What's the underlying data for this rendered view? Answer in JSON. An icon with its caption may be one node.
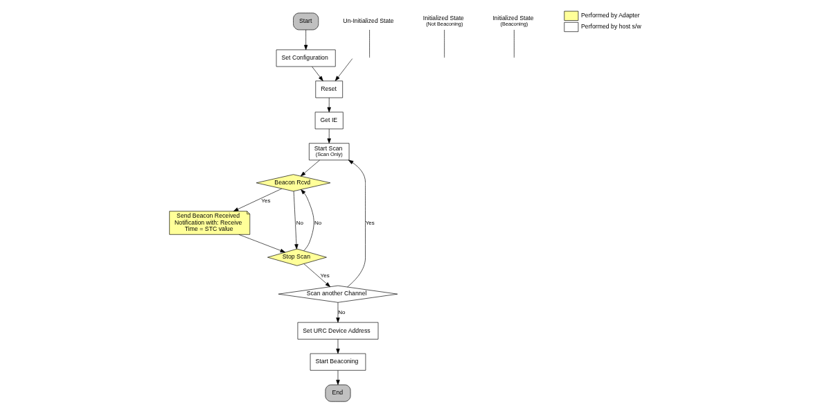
{
  "diagram": {
    "nodes": [
      {
        "text": [
          "Start"
        ]
      },
      {
        "text": [
          "Set Configuration"
        ]
      },
      {
        "text": [
          "Reset"
        ]
      },
      {
        "text": [
          "Get IE"
        ]
      },
      {
        "text": [
          "Start Scan",
          "(Scan Only)"
        ]
      },
      {
        "text": [
          "Beacon Rcvd"
        ]
      },
      {
        "text": [
          "Send Beacon Received Notification with: Receive Time = STC value"
        ]
      },
      {
        "text": [
          "Stop Scan"
        ]
      },
      {
        "text": [
          "Scan another Channel"
        ]
      },
      {
        "text": [
          "Set URC Device Address"
        ]
      },
      {
        "text": [
          "Start Beaconing"
        ]
      },
      {
        "text": [
          "End"
        ]
      },
      {
        "text": [
          "Un-Initialized State"
        ]
      },
      {
        "text": [
          "Initialized State",
          "(Not Beaconing)"
        ]
      },
      {
        "text": [
          "Initialized State",
          "(Beaconing)"
        ]
      }
    ],
    "edges": [
      {
        "from": 0,
        "to": 1,
        "arrow": "to"
      },
      {
        "from": 1,
        "to": 2,
        "arrow": "to"
      },
      {
        "from": null,
        "to": 2,
        "arrow": "to"
      },
      {
        "from": 2,
        "to": 3,
        "arrow": "to"
      },
      {
        "from": 3,
        "to": 4,
        "arrow": "to"
      },
      {
        "from": 4,
        "to": 5,
        "arrow": "to"
      },
      {
        "from": 5,
        "to": 6,
        "label": "Yes",
        "arrow": "to"
      },
      {
        "from": 5,
        "to": 7,
        "label": "No",
        "arrow": "to"
      },
      {
        "from": 6,
        "to": 7,
        "arrow": "to"
      },
      {
        "from": 7,
        "to": 5,
        "label": "No",
        "arrow": "to"
      },
      {
        "from": 7,
        "to": 8,
        "label": "Yes",
        "arrow": "to"
      },
      {
        "from": 8,
        "to": 4,
        "label": "Yes",
        "arrow": "to"
      },
      {
        "from": 8,
        "to": 9,
        "label": "No",
        "arrow": "to"
      },
      {
        "from": 9,
        "to": 10,
        "arrow": "to"
      },
      {
        "from": 10,
        "to": 11,
        "arrow": "to"
      },
      {
        "from": 12,
        "to": null,
        "arrow": "none"
      },
      {
        "from": 13,
        "to": null,
        "arrow": "none"
      },
      {
        "from": 14,
        "to": null,
        "arrow": "none"
      }
    ],
    "legend": [
      {
        "text": "Performed by Adapter",
        "color": "#ffff99"
      },
      {
        "text": "Performed by host s/w",
        "color": "#ffffff"
      }
    ]
  }
}
